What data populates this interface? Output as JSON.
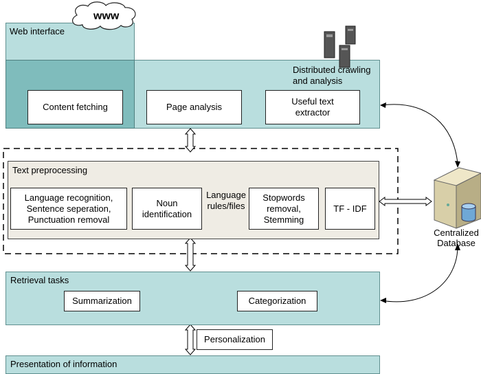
{
  "web_interface": {
    "title": "Web interface",
    "www": "www"
  },
  "crawling": {
    "title": "Distributed crawling and analysis",
    "content_fetching": "Content fetching",
    "page_analysis": "Page analysis",
    "useful_text_extractor": "Useful text extractor"
  },
  "preprocessing": {
    "title": "Text preprocessing",
    "language_recognition": "Language recognition, Sentence seperation, Punctuation removal",
    "noun_identification": "Noun identification",
    "language_rules": "Language rules/files",
    "stopwords": "Stopwords removal, Stemming",
    "tfidf": "TF - IDF"
  },
  "database": {
    "label": "Centralized Database"
  },
  "retrieval": {
    "title": "Retrieval tasks",
    "summarization": "Summarization",
    "categorization": "Categorization"
  },
  "personalization": "Personalization",
  "presentation": {
    "title": "Presentation of information"
  },
  "colors": {
    "teal_light": "#b9dede",
    "teal_dark": "#7fbcbc",
    "preprocessing_bg": "#efece4"
  },
  "icons": [
    "cloud-icon",
    "server-cluster-icon",
    "database-cylinder-icon",
    "database-server-icon"
  ]
}
